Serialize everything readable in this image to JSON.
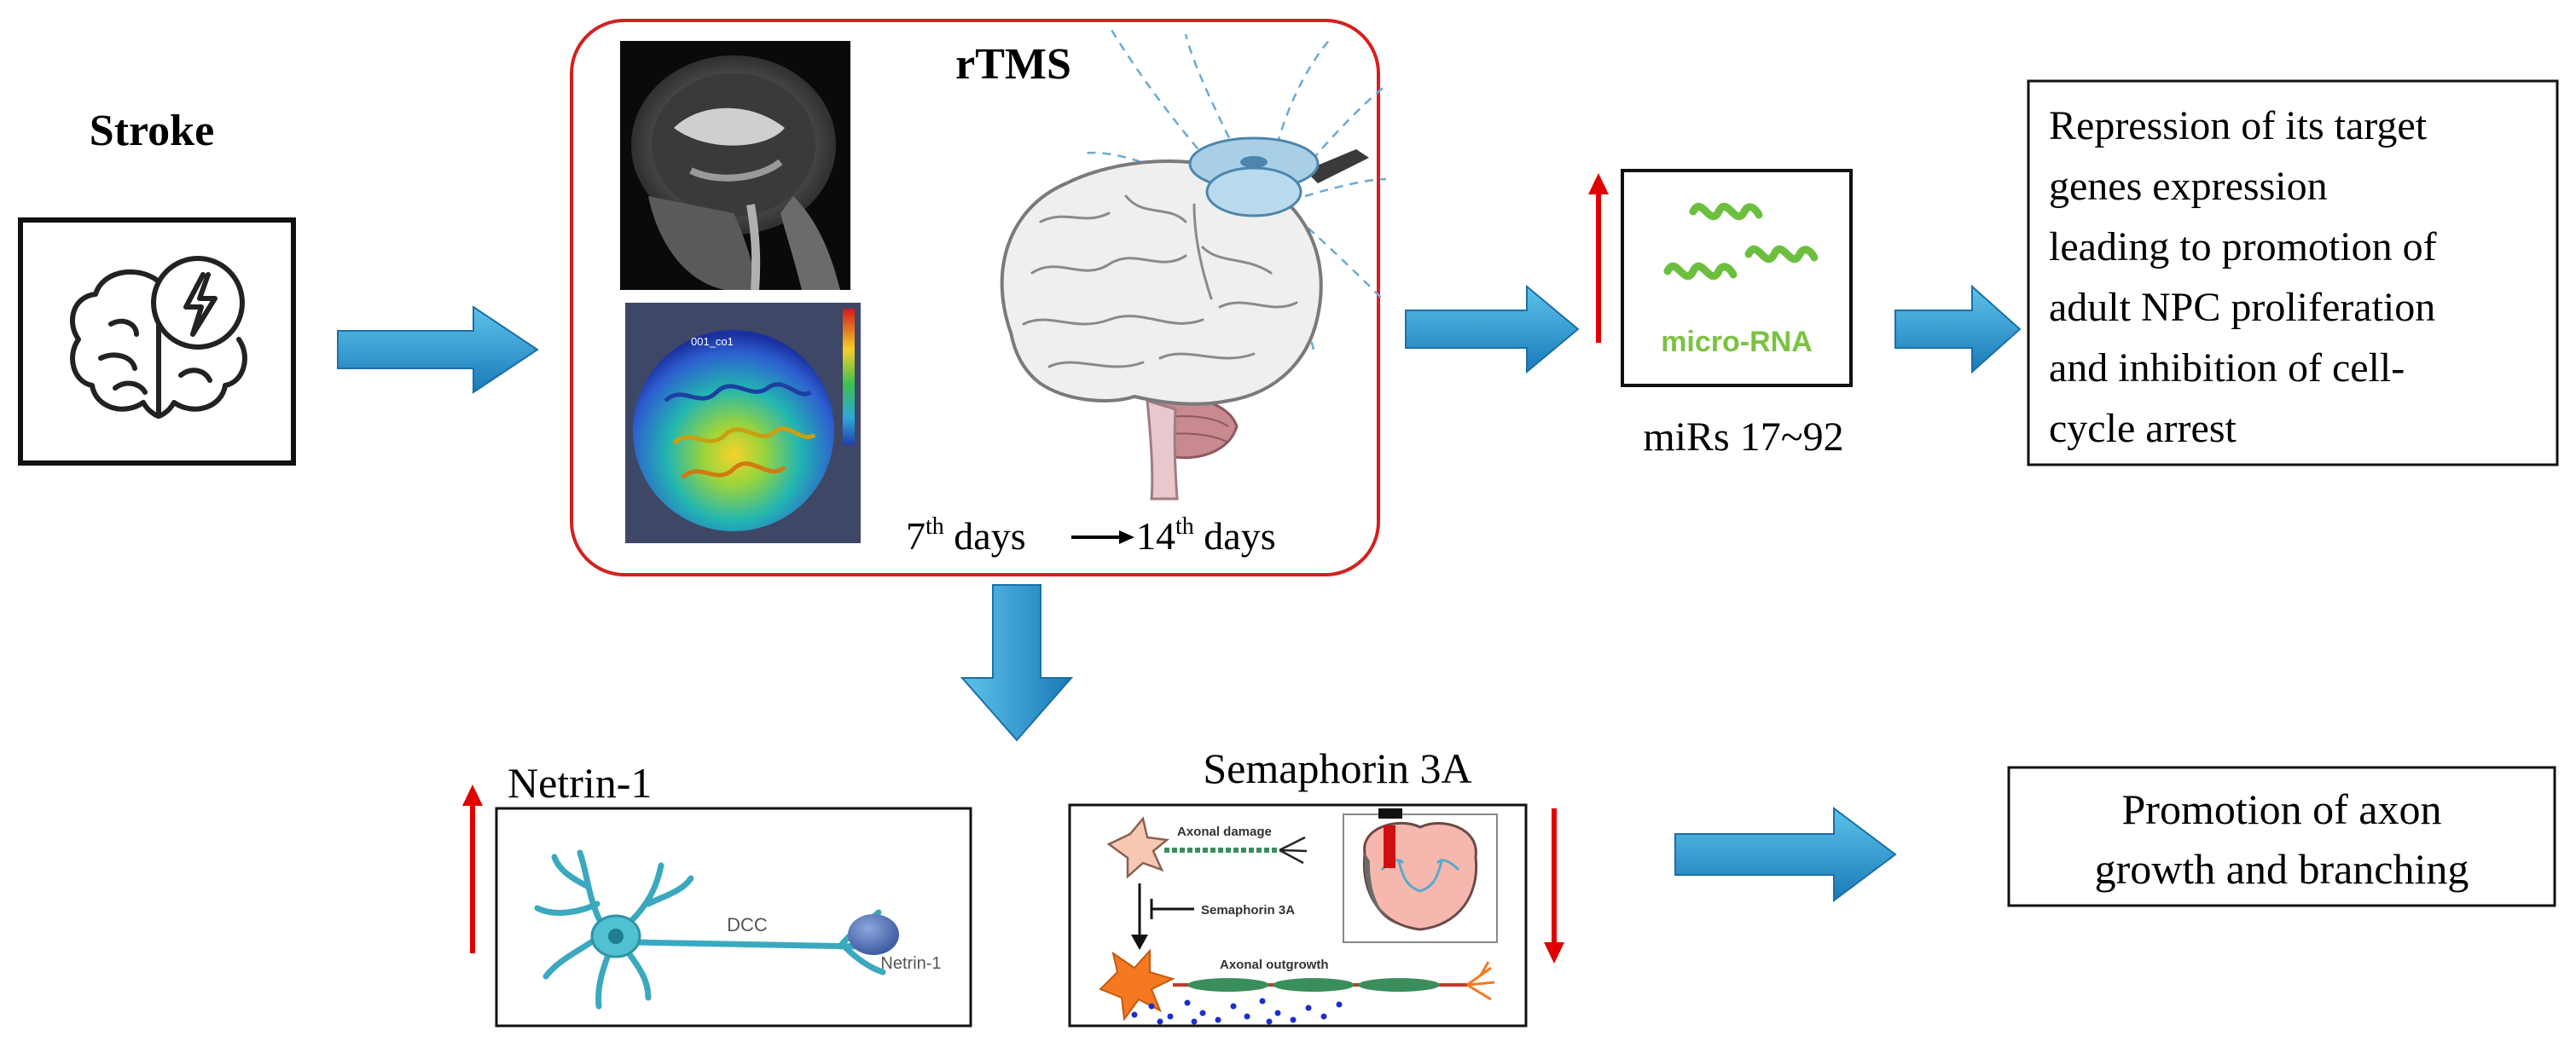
{
  "stroke": {
    "label": "Stroke",
    "label_color": "#e00000",
    "icon": "brain-lightning-icon"
  },
  "rtms": {
    "title": "rTMS",
    "border_color": "#d42020",
    "mri_icon": "mri-sagittal-image",
    "map_label": "001_co1",
    "timeline": {
      "start_num": "7",
      "start_sup": "th",
      "start_word": " days ",
      "end_num": "14",
      "end_sup": "th",
      "end_word": " days"
    }
  },
  "mirna": {
    "label": "micro-RNA",
    "caption": "miRs 17~92",
    "label_color": "#7cc242",
    "trend": "up"
  },
  "outcome_top": {
    "lines": [
      "Repression of its target",
      "genes expression",
      "leading to promotion of",
      "adult NPC proliferation",
      "and inhibition of cell-",
      "cycle arrest"
    ]
  },
  "netrin": {
    "title": "Netrin-1",
    "trend": "up",
    "dcc_label": "DCC",
    "ligand_label": "Netrin-1"
  },
  "semaphorin": {
    "title": "Semaphorin 3A",
    "trend": "down",
    "damage_label": "Axonal damage",
    "inhibitor_label": "Semaphorin 3A",
    "outgrowth_label": "Axonal outgrowth"
  },
  "outcome_bottom": {
    "lines": [
      "Promotion of axon",
      "growth and branching"
    ]
  },
  "colors": {
    "flow_arrow": "#1f8ec9",
    "trend_arrow": "#e00000",
    "neuron": "#45b5c9",
    "netrin": "#4a6cb3"
  }
}
